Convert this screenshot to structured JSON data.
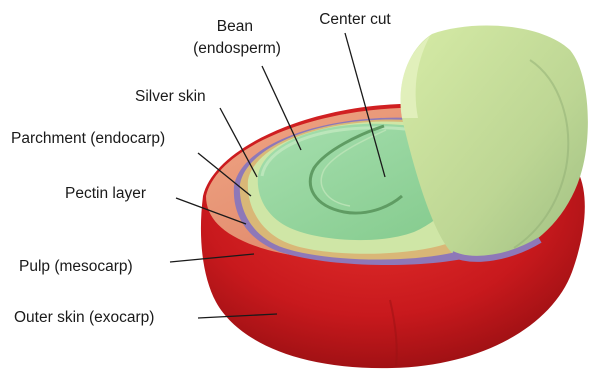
{
  "labels": {
    "bean_line1": "Bean",
    "bean_line2": "(endosperm)",
    "center_cut": "Center cut",
    "silver_skin": "Silver skin",
    "parchment": "Parchment (endocarp)",
    "pectin": "Pectin layer",
    "pulp": "Pulp (mesocarp)",
    "outer_skin": "Outer skin (exocarp)"
  },
  "colors": {
    "outer_skin": "#c8191d",
    "pulp": "#e58e6c",
    "pectin": "#8e78b8",
    "parchment": "#d9b777",
    "silver_skin": "#cfe6a6",
    "bean": "#93d59b",
    "bean_half": "#c4dd98"
  }
}
